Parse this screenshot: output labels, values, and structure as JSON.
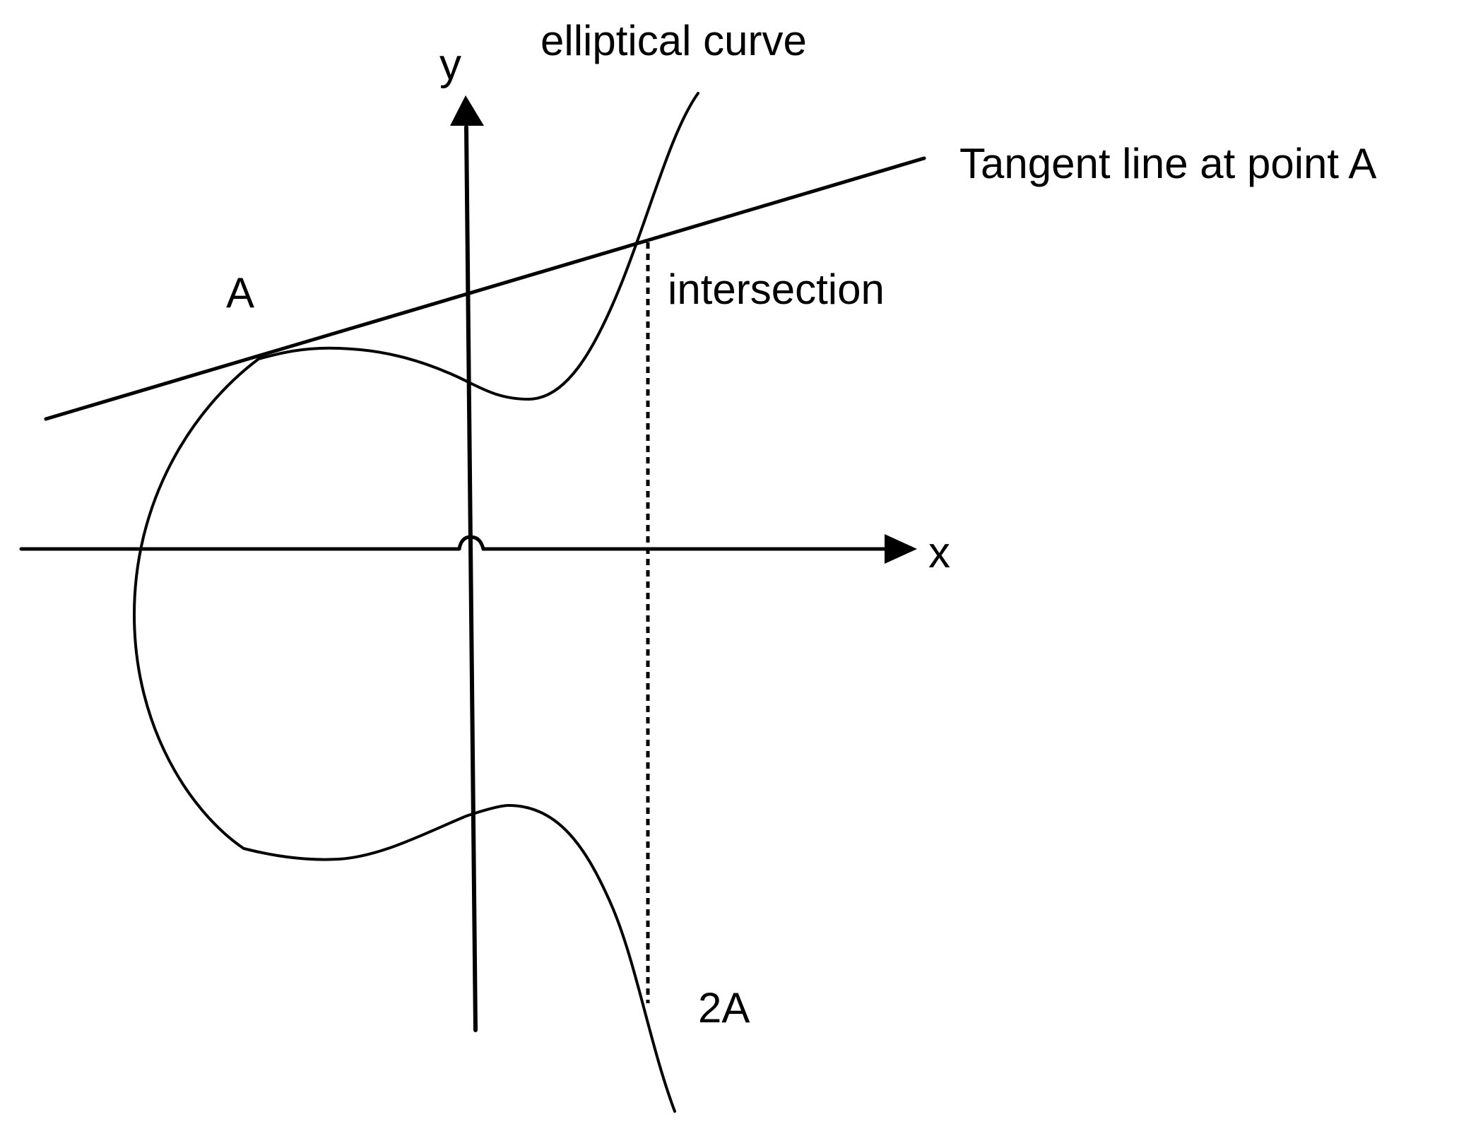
{
  "labels": {
    "curve": "elliptical curve",
    "tangent": "Tangent line at point A",
    "intersection": "intersection",
    "point_a": "A",
    "point_2a": "2A",
    "y_axis": "y",
    "x_axis": "x"
  },
  "colors": {
    "ink": "#000000",
    "background": "#ffffff"
  }
}
